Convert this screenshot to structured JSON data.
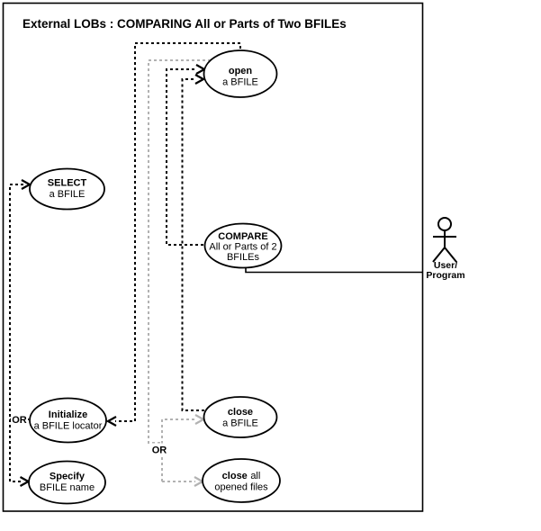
{
  "diagram": {
    "title": "External LOBs : COMPARING All or Parts of Two BFILEs",
    "use_cases": {
      "open": {
        "line1": "open",
        "line2": "a BFILE"
      },
      "select": {
        "line1": "SELECT",
        "line2": "a BFILE"
      },
      "compare": {
        "line1": "COMPARE",
        "line2": "All or Parts of 2",
        "line3": "BFILEs"
      },
      "initialize": {
        "line1": "Initialize",
        "line2": "a BFILE locator"
      },
      "specify": {
        "line1": "Specify",
        "line2": "BFILE name"
      },
      "close": {
        "line1": "close",
        "line2": "a BFILE"
      },
      "close_all": {
        "line1_bold": "close",
        "line1_rest": "all",
        "line2": "opened files"
      }
    },
    "labels": {
      "or_left": "OR",
      "or_center": "OR"
    },
    "actor": {
      "line1": "User/",
      "line2": "Program"
    },
    "colors": {
      "line": "#000000",
      "gray_line": "#b2b2b2",
      "background": "#ffffff"
    }
  }
}
